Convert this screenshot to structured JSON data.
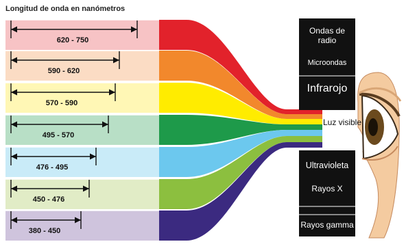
{
  "title": "Longitud de onda en nanómetros",
  "bands": [
    {
      "range": "620 - 750",
      "light": "#f7c3c5",
      "color": "#e2222b"
    },
    {
      "range": "590 - 620",
      "light": "#fbdcc4",
      "color": "#f2882c"
    },
    {
      "range": "570 - 590",
      "light": "#fff7b5",
      "color": "#ffec00"
    },
    {
      "range": "495 - 570",
      "light": "#b8dfc6",
      "color": "#1e9a4a"
    },
    {
      "range": "476 - 495",
      "light": "#c9ebf8",
      "color": "#6cc8ee"
    },
    {
      "range": "450 - 476",
      "light": "#e1ecc6",
      "color": "#8cbf3f"
    },
    {
      "range": "380 - 450",
      "light": "#cfc4dd",
      "color": "#3b2a80"
    }
  ],
  "spectrum_labels": {
    "radio": "Ondas de radio",
    "microwave": "Microondas",
    "infrared": "Infrarojo",
    "visible": "Luz visible",
    "uv": "Ultravioleta",
    "xray": "Rayos X",
    "gamma": "Rayos gamma"
  },
  "colors": {
    "spectrum_bar": "#111111",
    "text_on_bar": "#ffffff"
  }
}
